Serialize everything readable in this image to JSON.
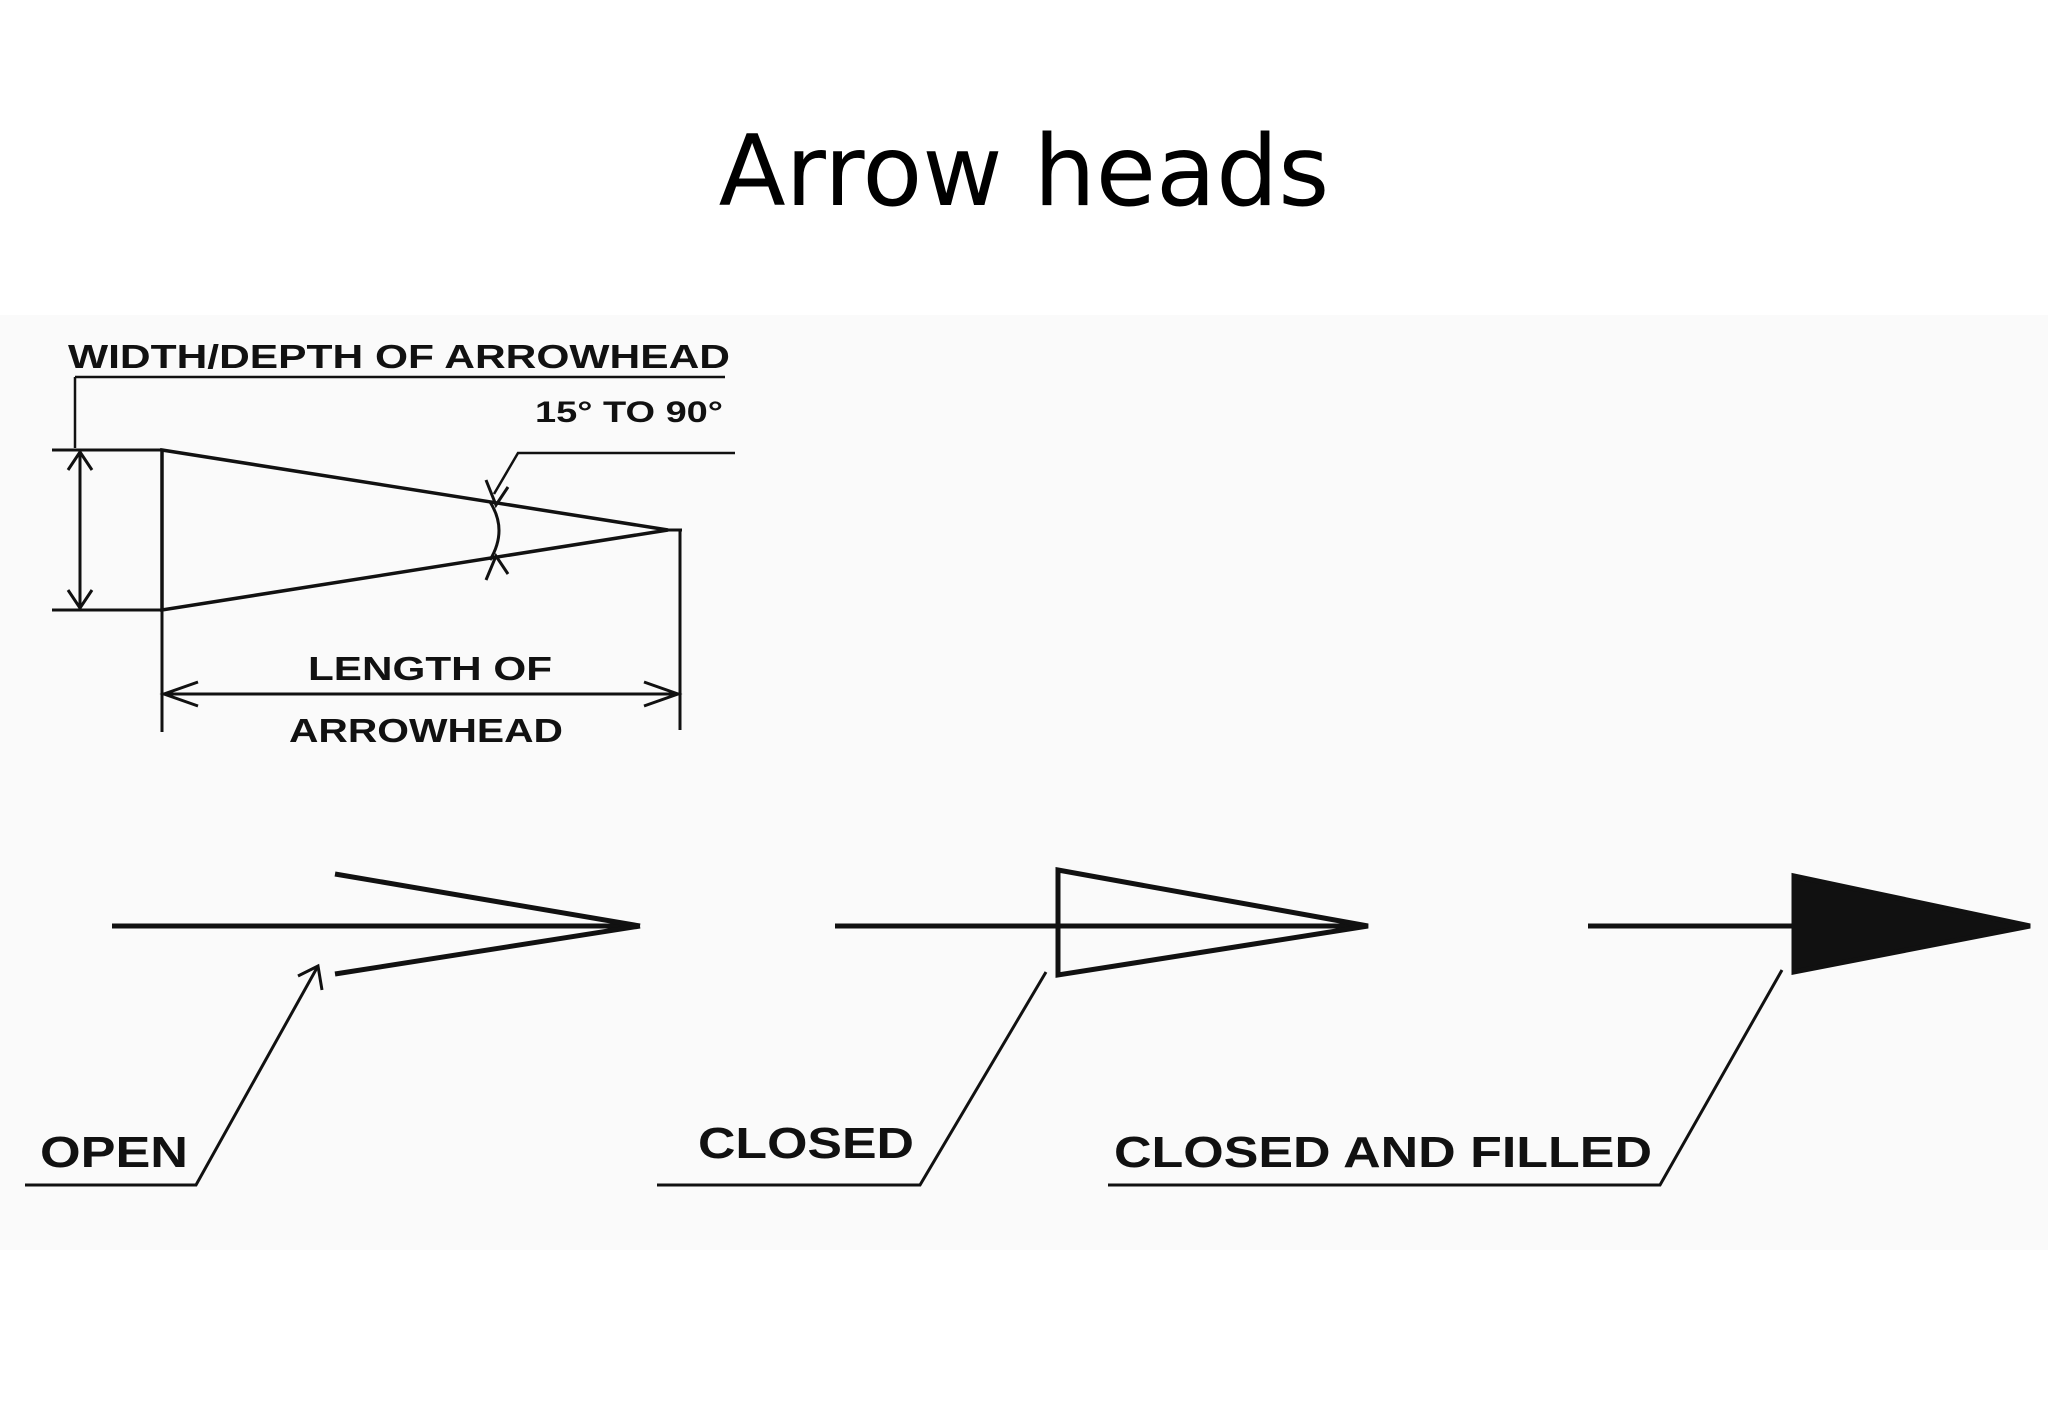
{
  "slide": {
    "title": "Arrow heads"
  },
  "dimension_figure": {
    "width_depth_label": "WIDTH/DEPTH OF ARROWHEAD",
    "angle_range_label": "15° TO 90°",
    "length_label_line1": "LENGTH OF",
    "length_label_line2": "ARROWHEAD"
  },
  "arrow_types": {
    "open_label": "OPEN",
    "closed_label": "CLOSED",
    "closed_filled_label": "CLOSED AND FILLED"
  },
  "colors": {
    "ink": "#111111",
    "background": "#ffffff"
  }
}
